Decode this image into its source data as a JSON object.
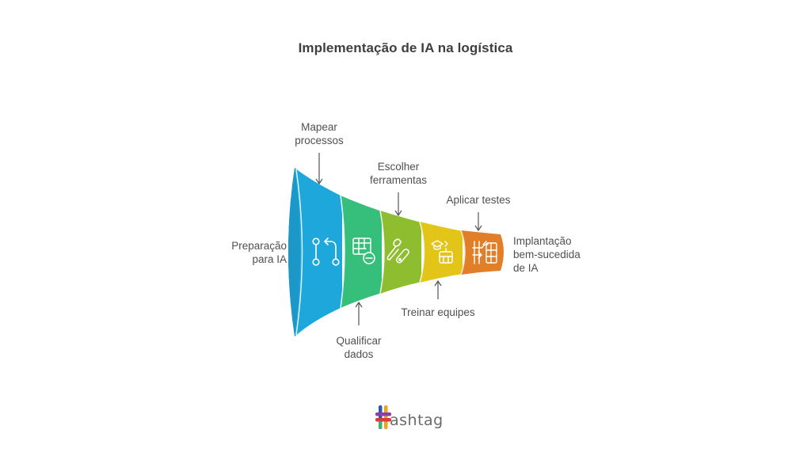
{
  "title": "Implementação de IA na logística",
  "funnel": {
    "start_label": [
      "Preparação",
      "para IA"
    ],
    "end_label": [
      "Implantação",
      "bem-sucedida",
      "de IA"
    ],
    "stages": [
      {
        "name": "Mapear processos",
        "label_lines": [
          "Mapear",
          "processos"
        ],
        "label_position": "top",
        "icon": "git-pull-request-icon",
        "color": "#1ea7db"
      },
      {
        "name": "Qualificar dados",
        "label_lines": [
          "Qualificar",
          "dados"
        ],
        "label_position": "bottom",
        "icon": "table-minus-icon",
        "color": "#35bf7a"
      },
      {
        "name": "Escolher ferramentas",
        "label_lines": [
          "Escolher",
          "ferramentas"
        ],
        "label_position": "top",
        "icon": "tools-icon",
        "color": "#8ebd2f"
      },
      {
        "name": "Treinar equipes",
        "label_lines": [
          "Treinar equipes"
        ],
        "label_position": "bottom",
        "icon": "graduation-robot-icon",
        "color": "#e3c51a"
      },
      {
        "name": "Aplicar testes",
        "label_lines": [
          "Aplicar testes"
        ],
        "label_position": "top",
        "icon": "compare-columns-icon",
        "color": "#e07f27"
      }
    ]
  },
  "logo": {
    "text": "ashtag",
    "colors": [
      "#2e5aa8",
      "#d63c3c",
      "#f2a21b",
      "#3db36b",
      "#8a3fa8"
    ]
  }
}
